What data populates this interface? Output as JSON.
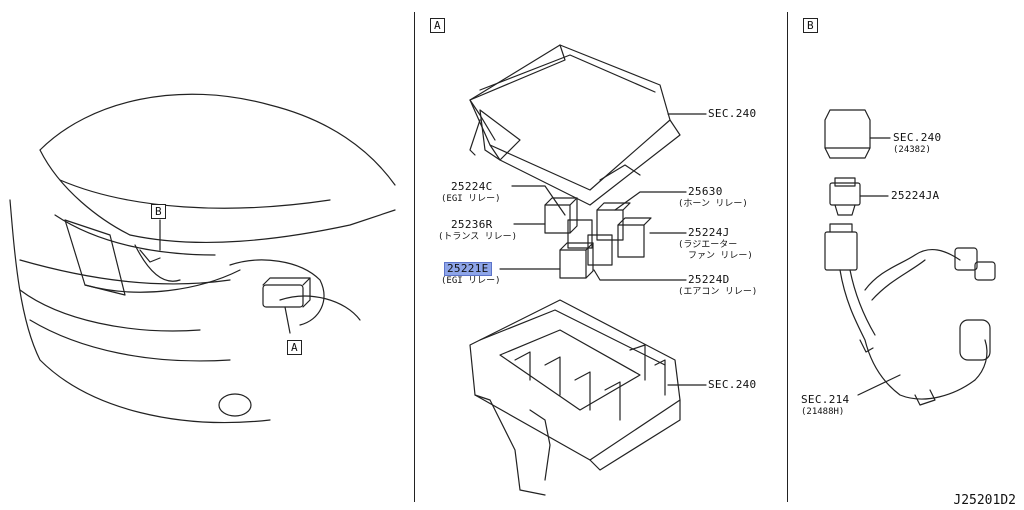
{
  "sections": {
    "a": {
      "tag": "A",
      "labels": {
        "sec240_top": "SEC.240",
        "sec240_bottom": "SEC.240",
        "p25224c": "25224C",
        "p25224c_sub": "(EGI リレー)",
        "p25236r": "25236R",
        "p25236r_sub": "(トランス リレー)",
        "p25221e": "25221E",
        "p25221e_sub": "(EGI リレー)",
        "p25630": "25630",
        "p25630_sub": "(ホーン リレー)",
        "p25224j": "25224J",
        "p25224j_sub1": "(ラジエーター",
        "p25224j_sub2": "ファン リレー)",
        "p25224d": "25224D",
        "p25224d_sub": "(エアコン リレー)"
      }
    },
    "b": {
      "tag": "B",
      "labels": {
        "sec240": "SEC.240",
        "sec240_sub": "(24382)",
        "p25224ja": "25224JA",
        "sec214": "SEC.214",
        "sec214_sub": "(21488H)"
      }
    },
    "car": {
      "callout_b": "B",
      "callout_a": "A"
    }
  },
  "drawing_code": "J25201D2",
  "colors": {
    "highlight": "#8ea5e8",
    "ink": "#222222"
  }
}
